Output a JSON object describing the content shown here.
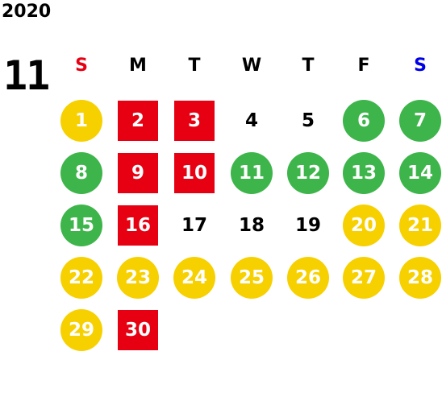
{
  "year": "2020",
  "month": "11",
  "weekdays": [
    {
      "label": "S",
      "color": "#e60012"
    },
    {
      "label": "M",
      "color": "#000000"
    },
    {
      "label": "T",
      "color": "#000000"
    },
    {
      "label": "W",
      "color": "#000000"
    },
    {
      "label": "T",
      "color": "#000000"
    },
    {
      "label": "F",
      "color": "#000000"
    },
    {
      "label": "S",
      "color": "#0000e6"
    }
  ],
  "colors": {
    "yellow": "#f7d000",
    "green": "#3db54a",
    "red": "#e60012"
  },
  "days": [
    {
      "day": "1",
      "style": "yellow"
    },
    {
      "day": "2",
      "style": "red"
    },
    {
      "day": "3",
      "style": "red"
    },
    {
      "day": "4",
      "style": "plain"
    },
    {
      "day": "5",
      "style": "plain"
    },
    {
      "day": "6",
      "style": "green"
    },
    {
      "day": "7",
      "style": "green"
    },
    {
      "day": "8",
      "style": "green"
    },
    {
      "day": "9",
      "style": "red"
    },
    {
      "day": "10",
      "style": "red"
    },
    {
      "day": "11",
      "style": "green"
    },
    {
      "day": "12",
      "style": "green"
    },
    {
      "day": "13",
      "style": "green"
    },
    {
      "day": "14",
      "style": "green"
    },
    {
      "day": "15",
      "style": "green"
    },
    {
      "day": "16",
      "style": "red"
    },
    {
      "day": "17",
      "style": "plain"
    },
    {
      "day": "18",
      "style": "plain"
    },
    {
      "day": "19",
      "style": "plain"
    },
    {
      "day": "20",
      "style": "yellow"
    },
    {
      "day": "21",
      "style": "yellow"
    },
    {
      "day": "22",
      "style": "yellow"
    },
    {
      "day": "23",
      "style": "yellow"
    },
    {
      "day": "24",
      "style": "yellow"
    },
    {
      "day": "25",
      "style": "yellow"
    },
    {
      "day": "26",
      "style": "yellow"
    },
    {
      "day": "27",
      "style": "yellow"
    },
    {
      "day": "28",
      "style": "yellow"
    },
    {
      "day": "29",
      "style": "yellow"
    },
    {
      "day": "30",
      "style": "red"
    }
  ]
}
